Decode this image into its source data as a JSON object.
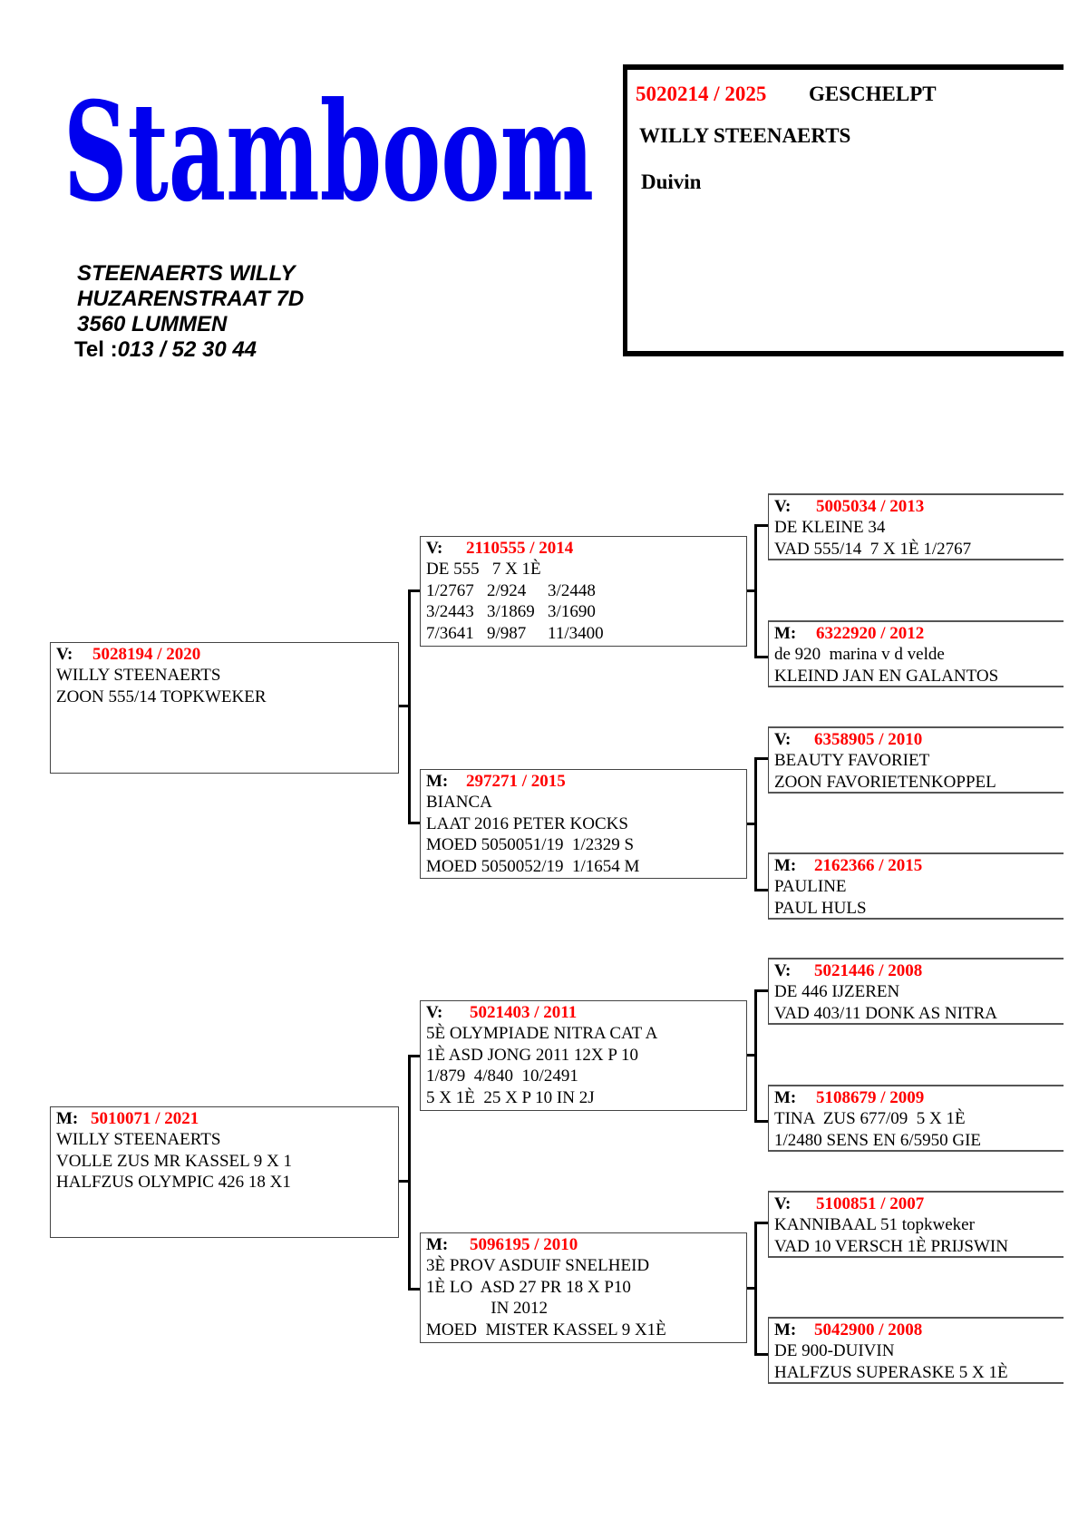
{
  "logo": {
    "text": "Stamboom",
    "color": "#0000ee"
  },
  "owner": {
    "name": "STEENAERTS WILLY",
    "street": "HUZARENSTRAAT 7D",
    "city": "3560 LUMMEN",
    "tel_label": "Tel :",
    "tel": "013 / 52 30 44"
  },
  "header": {
    "ring": "5020214 / 2025",
    "color": "GESCHELPT",
    "breeder": "WILLY STEENAERTS",
    "sex": "Duivin"
  },
  "pedigree": [
    {
      "label": "V:",
      "ring": "5028194 / 2020",
      "lines": [
        "WILLY STEENAERTS",
        "ZOON 555/14 TOPKWEKER"
      ]
    },
    {
      "label": "M:",
      "ring": "5010071 / 2021",
      "lines": [
        "WILLY STEENAERTS",
        "VOLLE ZUS MR KASSEL 9 X 1",
        "HALFZUS OLYMPIC 426 18 X1"
      ]
    },
    {
      "label": "V:",
      "ring": "2110555 / 2014",
      "lines": [
        "DE 555   7 X 1È",
        "1/2767   2/924     3/2448",
        "3/2443   3/1869   3/1690",
        "7/3641   9/987     11/3400"
      ]
    },
    {
      "label": "M:",
      "ring": "297271 / 2015",
      "lines": [
        "BIANCA",
        "LAAT 2016 PETER KOCKS",
        "MOED 5050051/19  1/2329 S",
        "MOED 5050052/19  1/1654 M"
      ]
    },
    {
      "label": "V:",
      "ring": "5021403 / 2011",
      "lines": [
        "5È OLYMPIADE NITRA CAT A",
        "1È ASD JONG 2011 12X P 10",
        "1/879  4/840  10/2491",
        "5 X 1È  25 X P 10 IN 2J"
      ]
    },
    {
      "label": "M:",
      "ring": "5096195 / 2010",
      "lines": [
        "3È PROV ASDUIF SNELHEID",
        "1È LO  ASD 27 PR 18 X P10",
        "               IN 2012",
        "MOED  MISTER KASSEL 9 X1È"
      ]
    },
    {
      "label": "V:",
      "ring": "5005034 / 2013",
      "lines": [
        "DE KLEINE 34",
        "VAD 555/14  7 X 1È 1/2767"
      ]
    },
    {
      "label": "M:",
      "ring": "6322920 / 2012",
      "lines": [
        "de 920  marina v d velde",
        "KLEIND JAN EN GALANTOS"
      ]
    },
    {
      "label": "V:",
      "ring": "6358905 / 2010",
      "lines": [
        "BEAUTY FAVORIET",
        "ZOON FAVORIETENKOPPEL"
      ]
    },
    {
      "label": "M:",
      "ring": "2162366 / 2015",
      "lines": [
        "PAULINE",
        "PAUL HULS"
      ]
    },
    {
      "label": "V:",
      "ring": "5021446 / 2008",
      "lines": [
        "DE 446 IJZEREN",
        "VAD 403/11 DONK AS NITRA"
      ]
    },
    {
      "label": "M:",
      "ring": "5108679 / 2009",
      "lines": [
        "TINA  ZUS 677/09  5 X 1È",
        "1/2480 SENS EN 6/5950 GIE"
      ]
    },
    {
      "label": "V:",
      "ring": "5100851 / 2007",
      "lines": [
        "KANNIBAAL 51 topkweker",
        "VAD 10 VERSCH 1È PRIJSWIN"
      ]
    },
    {
      "label": "M:",
      "ring": "5042900 / 2008",
      "lines": [
        "DE 900-DUIVIN",
        "HALFZUS SUPERASKE 5 X 1È"
      ]
    }
  ]
}
